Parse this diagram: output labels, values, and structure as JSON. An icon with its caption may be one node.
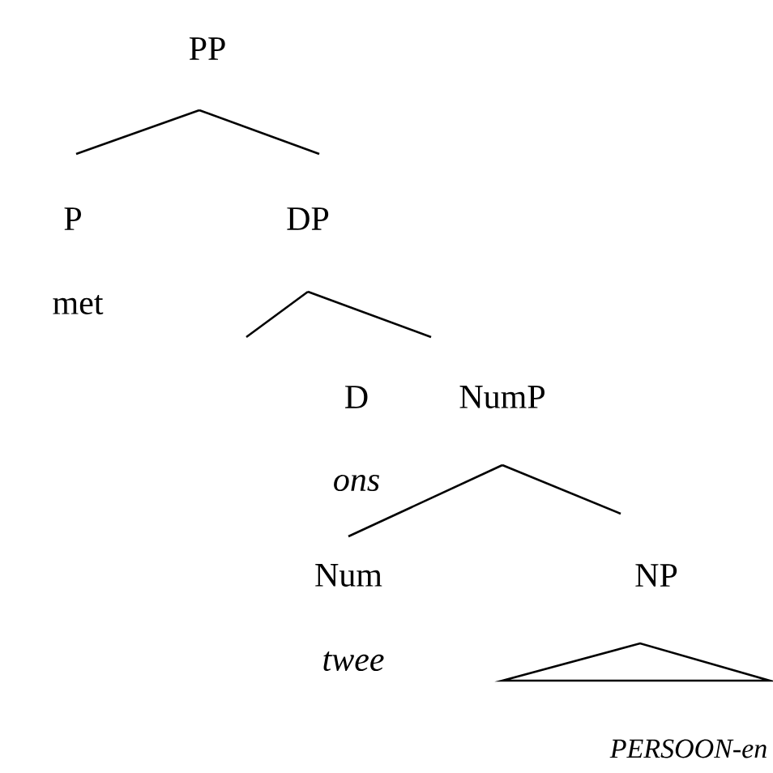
{
  "diagram": {
    "nodes": [
      {
        "text": [
          "PP"
        ]
      },
      {
        "text": [
          "P"
        ],
        "beside": [
          "met"
        ]
      },
      {
        "text": [
          "DP"
        ]
      },
      {
        "text": [
          "D"
        ],
        "beside": [
          "ons"
        ]
      },
      {
        "text": [
          "NumP"
        ]
      },
      {
        "text": [
          "Num"
        ],
        "beside": [
          "twee"
        ]
      },
      {
        "text": [
          "NP"
        ]
      }
    ],
    "labels": [
      "PERSOON-en"
    ],
    "edges": [
      {
        "from": 0,
        "to": 1,
        "arrow": "none"
      },
      {
        "from": 0,
        "to": 2,
        "arrow": "none"
      },
      {
        "from": 2,
        "to": 3,
        "arrow": "none"
      },
      {
        "from": 2,
        "to": 4,
        "arrow": "none"
      },
      {
        "from": 4,
        "to": 5,
        "arrow": "none"
      },
      {
        "from": 4,
        "to": 6,
        "arrow": "none"
      }
    ]
  }
}
